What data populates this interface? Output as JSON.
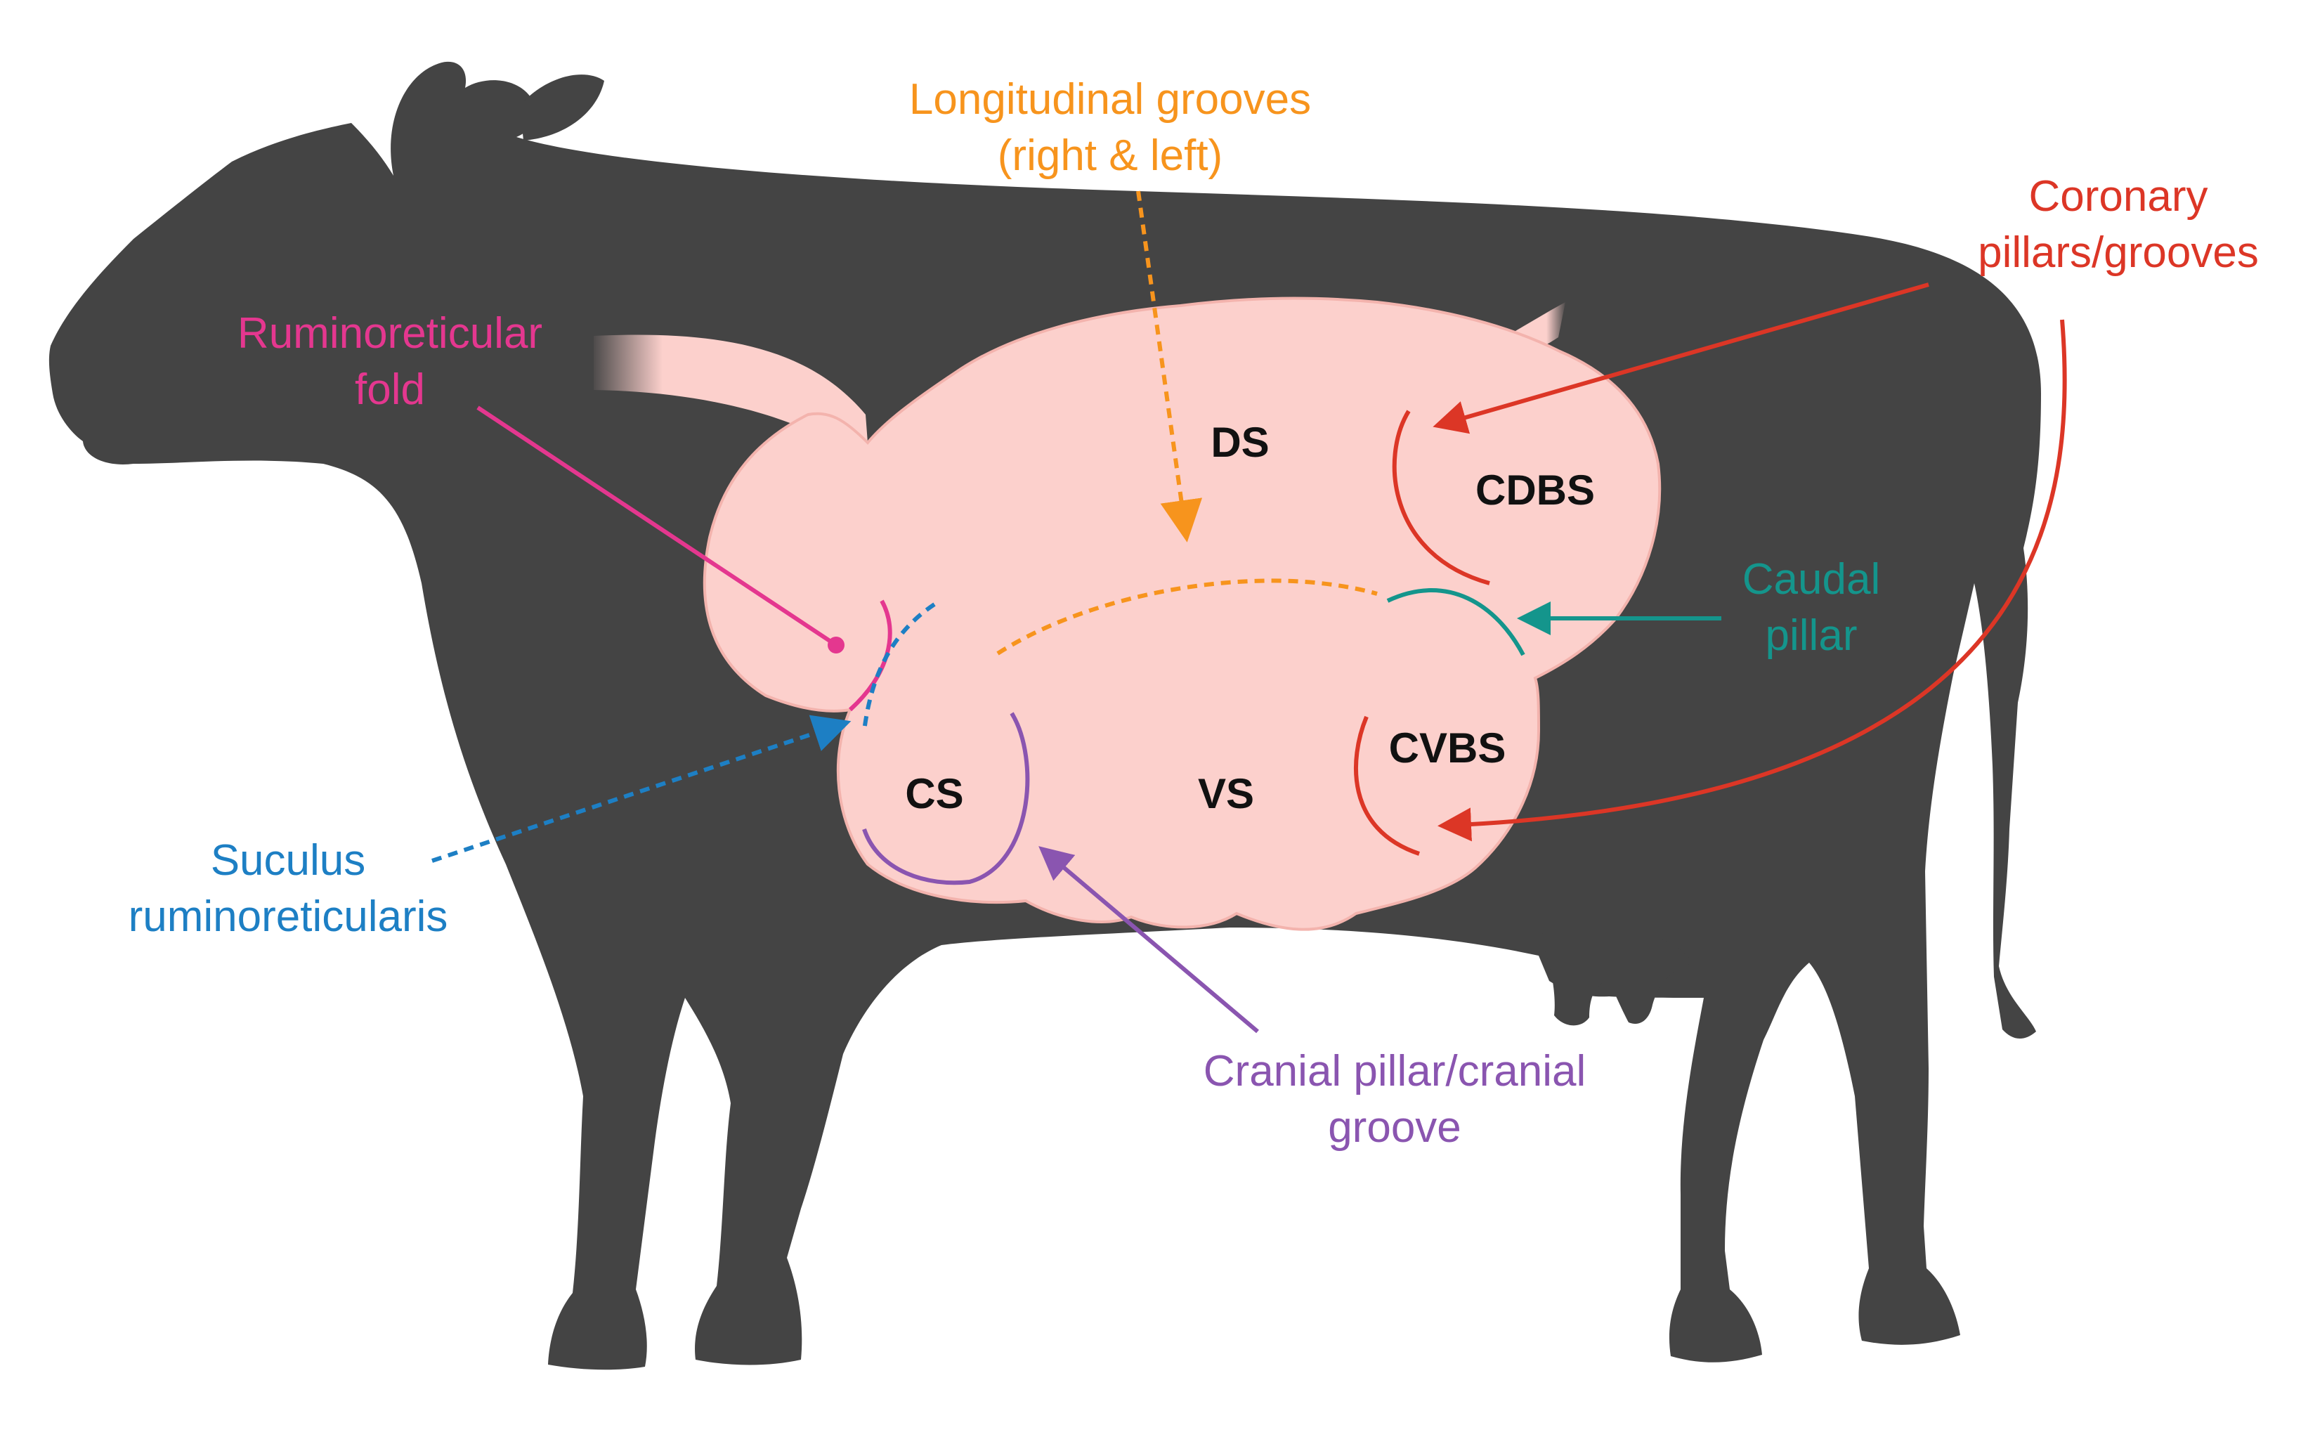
{
  "colors": {
    "silhouette": "#444444",
    "rumen_fill": "#fcd0cc",
    "rumen_stroke": "#f3b3ad",
    "longitudinal": "#f7941d",
    "coronary": "#dc3626",
    "caudal": "#14958c",
    "ruminoreticular_fold": "#e4378f",
    "sulcus": "#1d7fc4",
    "cranial": "#8a55b0"
  },
  "labels": {
    "longitudinal": {
      "line1": "Longitudinal grooves",
      "line2": "(right &  left)"
    },
    "coronary": {
      "line1": "Coronary",
      "line2": "pillars/grooves"
    },
    "ruminoreticular": {
      "line1": "Ruminoreticular",
      "line2": "fold"
    },
    "caudal": {
      "line1": "Caudal",
      "line2": "pillar"
    },
    "sulcus": {
      "line1": "Suculus",
      "line2": "ruminoreticularis"
    },
    "cranial": {
      "line1": "Cranial pillar/cranial",
      "line2": "groove"
    }
  },
  "regions": {
    "ds": "DS",
    "cdbs": "CDBS",
    "cvbs": "CVBS",
    "cs": "CS",
    "vs": "VS"
  }
}
